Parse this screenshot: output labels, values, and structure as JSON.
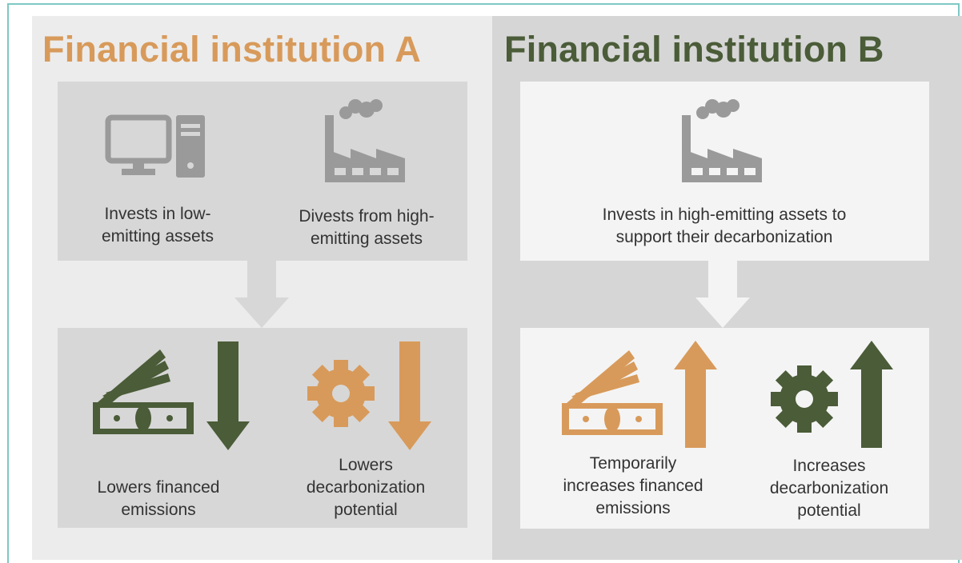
{
  "colors": {
    "orange": "#d89a5a",
    "green": "#4a5c38",
    "icon_gray": "#9a9a9a",
    "text": "#333333",
    "border": "#7ec8c4"
  },
  "institution_a": {
    "title": "Financial institution A",
    "actions": [
      {
        "icon": "computer-icon",
        "label_line1": "Invests in low-",
        "label_line2": "emitting assets"
      },
      {
        "icon": "factory-icon",
        "label_line1": "Divests from high-",
        "label_line2": "emitting assets"
      }
    ],
    "outcomes": [
      {
        "icon": "money-icon",
        "trend": "down",
        "label_line1": "Lowers financed",
        "label_line2": "emissions"
      },
      {
        "icon": "gear-icon",
        "trend": "down",
        "label_line1": "Lowers",
        "label_line2": "decarbonization",
        "label_line3": "potential"
      }
    ]
  },
  "institution_b": {
    "title": "Financial institution B",
    "actions": [
      {
        "icon": "factory-icon",
        "label_line1": "Invests in high-emitting assets to",
        "label_line2": "support their decarbonization"
      }
    ],
    "outcomes": [
      {
        "icon": "money-icon",
        "trend": "up",
        "label_line1": "Temporarily",
        "label_line2": "increases financed",
        "label_line3": "emissions"
      },
      {
        "icon": "gear-icon",
        "trend": "up",
        "label_line1": "Increases",
        "label_line2": "decarbonization",
        "label_line3": "potential"
      }
    ]
  }
}
